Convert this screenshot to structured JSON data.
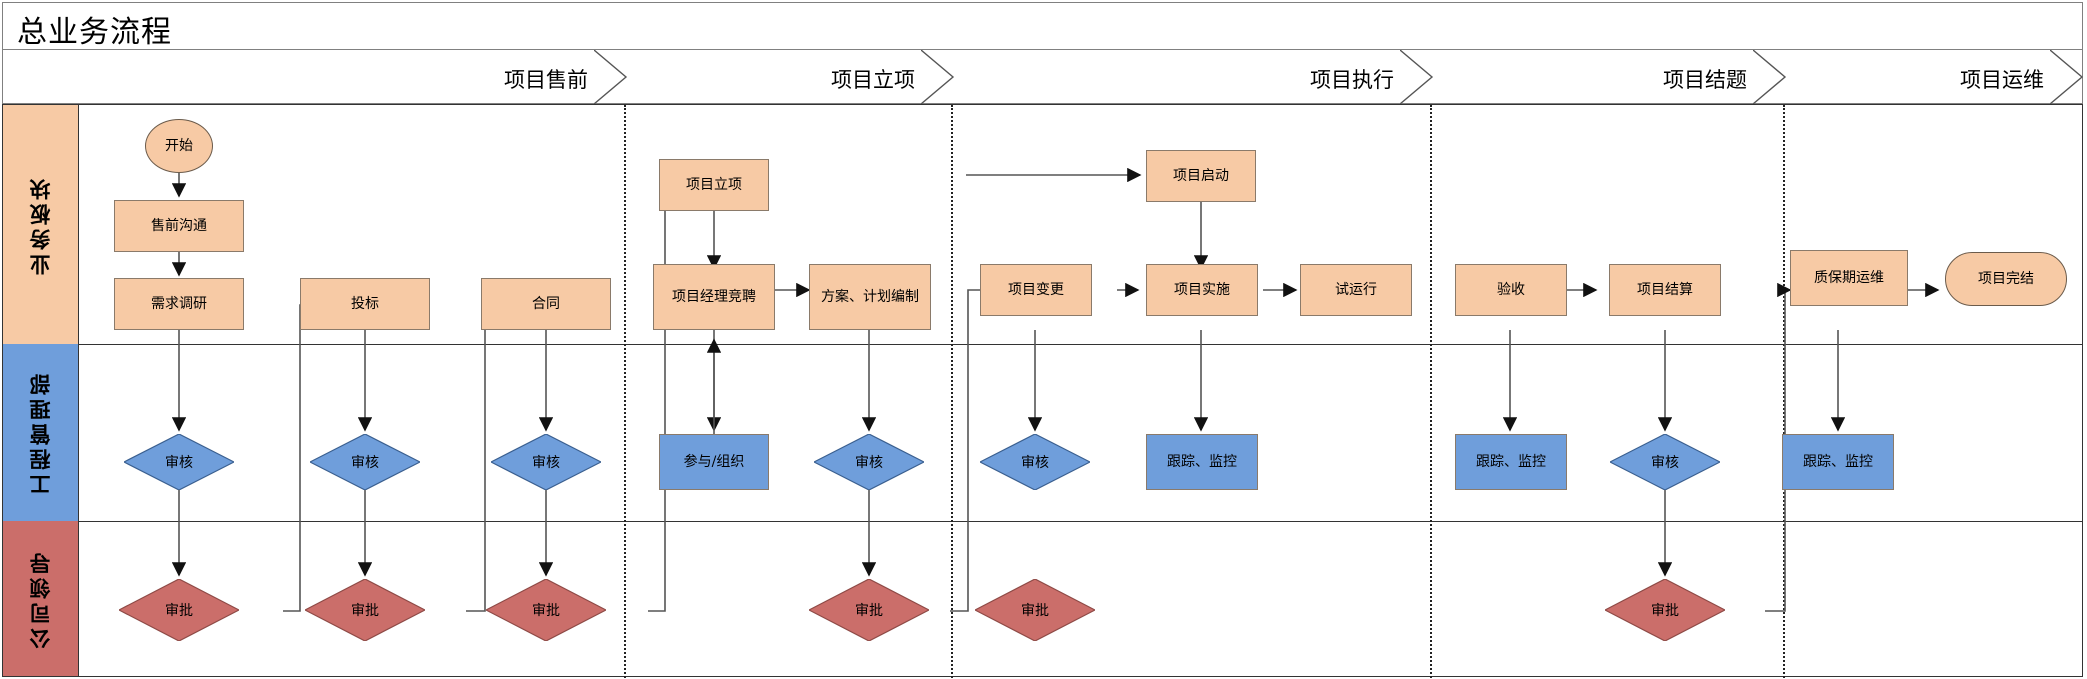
{
  "header": {
    "title": "总业务流程"
  },
  "phases": [
    {
      "id": "presale",
      "label": "项目售前"
    },
    {
      "id": "initiate",
      "label": "项目立项"
    },
    {
      "id": "execute",
      "label": "项目执行"
    },
    {
      "id": "closure",
      "label": "项目结题"
    },
    {
      "id": "ops",
      "label": "项目运维"
    }
  ],
  "lanes": [
    {
      "id": "business",
      "label": "业务板块",
      "color": "#f7caa5"
    },
    {
      "id": "engineering",
      "label": "工程管理部",
      "color": "#6f9edb"
    },
    {
      "id": "leadership",
      "label": "公司领导",
      "color": "#cb6e6a"
    }
  ],
  "palette": {
    "orange": "#f7caa5",
    "blue": "#6f9edb",
    "red": "#cb6e6a",
    "outline": "#333333",
    "connector": "#555555"
  },
  "nodes": {
    "start": "开始",
    "presale_comm": "售前沟通",
    "req_survey": "需求调研",
    "bid": "投标",
    "contract": "合同",
    "review_1": "审核",
    "review_2": "审核",
    "review_3": "审核",
    "approve_1": "审批",
    "approve_2": "审批",
    "approve_3": "审批",
    "project_init": "项目立项",
    "pm_recruit": "项目经理竞聘",
    "plan_draft": "方案、计划编制",
    "participate": "参与/组织",
    "review_4": "审核",
    "approve_4": "审批",
    "project_start": "项目启动",
    "project_change": "项目变更",
    "project_impl": "项目实施",
    "trial_run": "试运行",
    "review_5": "审核",
    "approve_5": "审批",
    "track_1": "跟踪、监控",
    "acceptance": "验收",
    "settlement": "项目结算",
    "track_2": "跟踪、监控",
    "review_6": "审核",
    "approve_6": "审批",
    "warranty_ops": "质保期运维",
    "track_3": "跟踪、监控",
    "project_done": "项目完结"
  }
}
